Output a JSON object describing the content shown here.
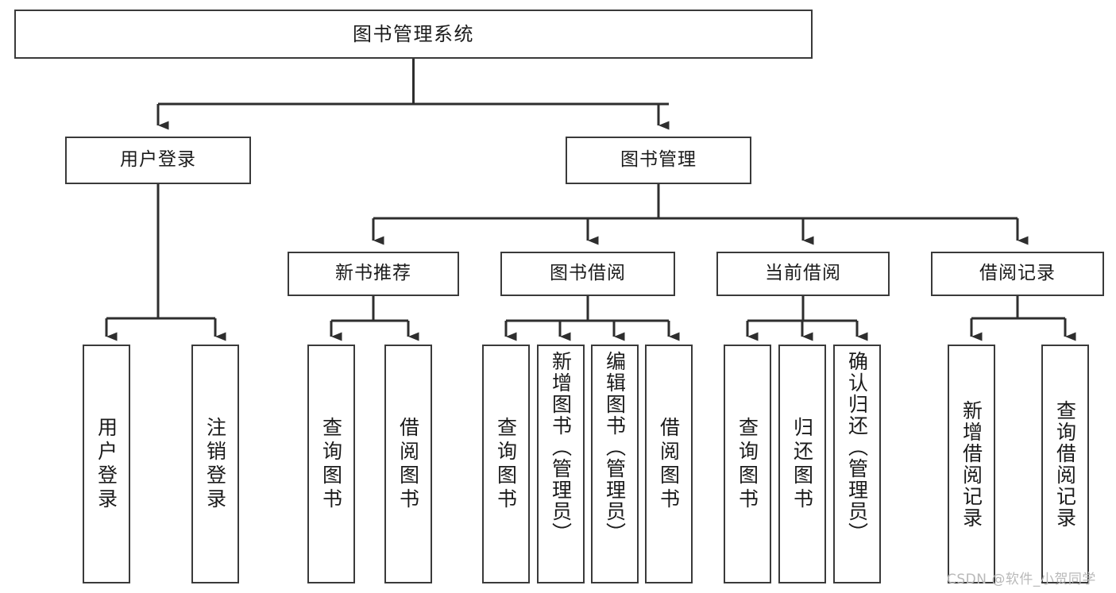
{
  "diagram": {
    "title_node": {
      "label": "图书管理系统"
    },
    "level2": [
      {
        "id": "user-login",
        "label": "用户登录"
      },
      {
        "id": "book-manage",
        "label": "图书管理"
      }
    ],
    "level3": [
      {
        "id": "new-book-recommend",
        "label": "新书推荐"
      },
      {
        "id": "book-borrow",
        "label": "图书借阅"
      },
      {
        "id": "current-borrow",
        "label": "当前借阅"
      },
      {
        "id": "borrow-record",
        "label": "借阅记录"
      }
    ],
    "leaves": [
      {
        "id": "leaf-user-login",
        "label": "用户登录"
      },
      {
        "id": "leaf-logout",
        "label": "注销登录"
      },
      {
        "id": "leaf-query-book-1",
        "label": "查询图书"
      },
      {
        "id": "leaf-borrow-book-1",
        "label": "借阅图书"
      },
      {
        "id": "leaf-query-book-2",
        "label": "查询图书"
      },
      {
        "id": "leaf-add-book",
        "label": "新增图书（管理员）"
      },
      {
        "id": "leaf-edit-book",
        "label": "编辑图书（管理员）"
      },
      {
        "id": "leaf-borrow-book-2",
        "label": "借阅图书"
      },
      {
        "id": "leaf-query-book-3",
        "label": "查询图书"
      },
      {
        "id": "leaf-return-book",
        "label": "归还图书"
      },
      {
        "id": "leaf-confirm-return",
        "label": "确认归还（管理员）"
      },
      {
        "id": "leaf-add-record",
        "label": "新增借阅记录"
      },
      {
        "id": "leaf-query-record",
        "label": "查询借阅记录"
      }
    ]
  },
  "watermark": {
    "text": "CSDN @软件_小贺同学"
  },
  "colors": {
    "stroke": "#3a3a3a",
    "background": "#ffffff",
    "text": "#1b1b1b",
    "watermark": "#b9b9b9"
  }
}
